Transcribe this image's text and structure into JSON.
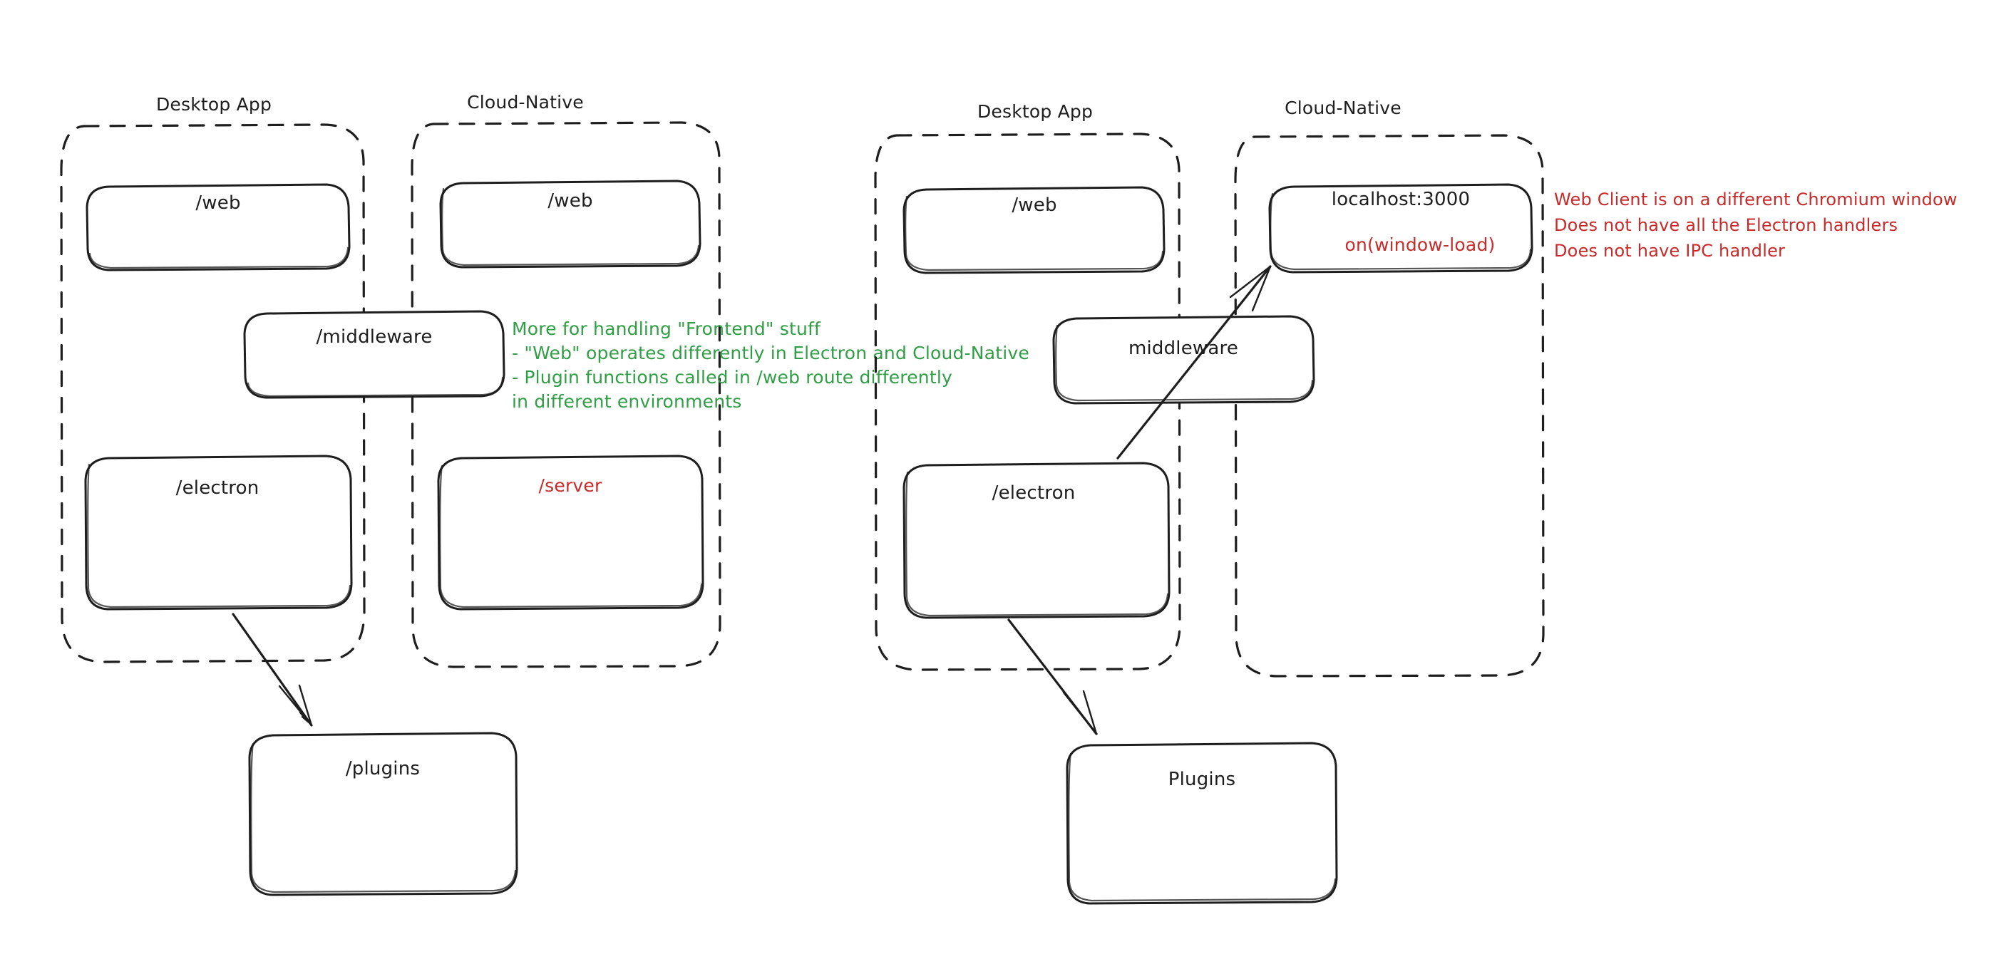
{
  "diagram": {
    "title_hidden": "",
    "left_panel": {
      "groups": [
        {
          "name": "desktop-app",
          "label": "Desktop App"
        },
        {
          "name": "cloud-native",
          "label": "Cloud-Native"
        }
      ],
      "boxes": [
        {
          "name": "web-desktop",
          "label": "/web",
          "color": "#1e1e1e"
        },
        {
          "name": "web-cloud",
          "label": "/web",
          "color": "#1e1e1e"
        },
        {
          "name": "middleware",
          "label": "/middleware",
          "color": "#1e1e1e"
        },
        {
          "name": "electron",
          "label": "/electron",
          "color": "#1e1e1e"
        },
        {
          "name": "server",
          "label": "/server",
          "color": "#c92a2a"
        },
        {
          "name": "plugins",
          "label": "/plugins",
          "color": "#1e1e1e"
        }
      ],
      "note_green": {
        "color": "#2f9e44",
        "lines": [
          "More for handling \"Frontend\" stuff",
          "- \"Web\" operates differently in Electron and Cloud-Native",
          "- Plugin functions called in /web route differently",
          "in different environments"
        ]
      }
    },
    "right_panel": {
      "groups": [
        {
          "name": "desktop-app",
          "label": "Desktop App"
        },
        {
          "name": "cloud-native",
          "label": "Cloud-Native"
        }
      ],
      "boxes": [
        {
          "name": "web-desktop",
          "label": "/web",
          "color": "#1e1e1e"
        },
        {
          "name": "localhost",
          "label": "localhost:3000",
          "color": "#1e1e1e"
        },
        {
          "name": "localhost-sub",
          "label": "on(window-load)",
          "color": "#c92a2a"
        },
        {
          "name": "middleware",
          "label": "middleware",
          "color": "#1e1e1e"
        },
        {
          "name": "electron",
          "label": "/electron",
          "color": "#1e1e1e"
        },
        {
          "name": "plugins",
          "label": "Plugins",
          "color": "#1e1e1e"
        }
      ],
      "note_red": {
        "color": "#c92a2a",
        "lines": [
          "Web Client is on a different Chromium window",
          "Does not have all the Electron handlers",
          "Does not have IPC handler"
        ]
      }
    },
    "colors": {
      "ink": "#1e1e1e",
      "red": "#c92a2a",
      "green": "#2f9e44",
      "background": "#ffffff"
    }
  }
}
